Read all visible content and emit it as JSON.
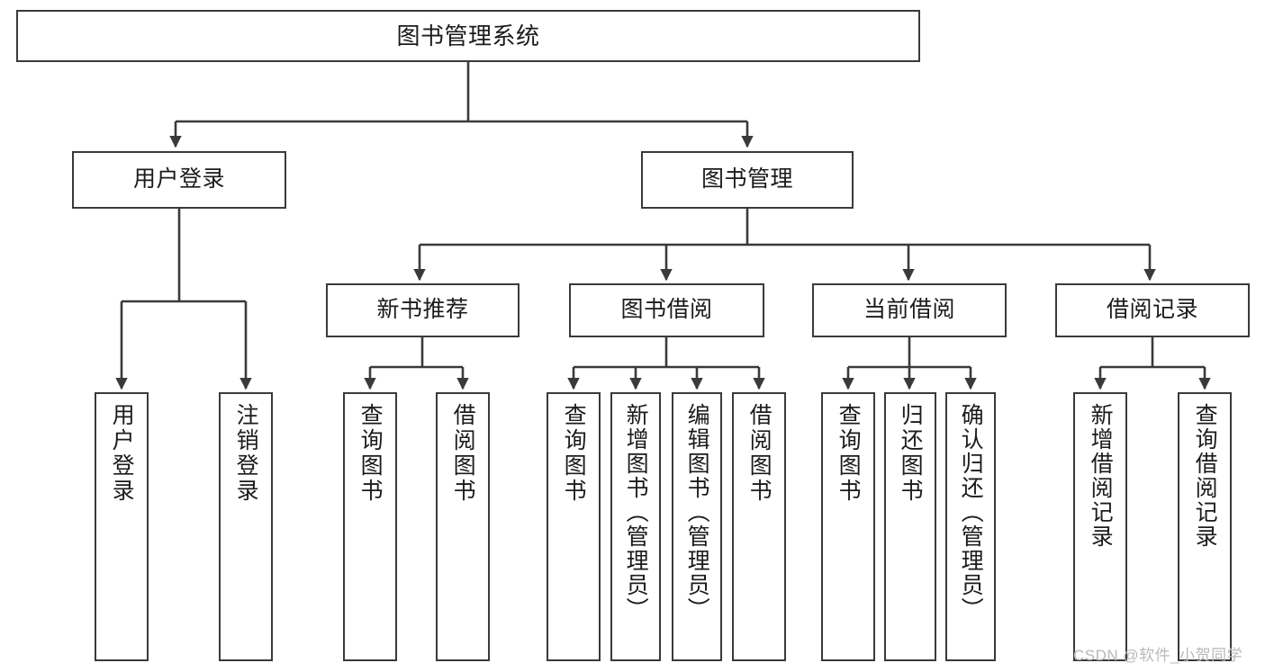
{
  "diagram": {
    "title": "图书管理系统",
    "type": "tree-hierarchy-chart",
    "watermark": "CSDN @软件_小贺同学",
    "line_color": "#3a3a3a",
    "box_fill": "#ffffff",
    "text_color": "#1b1b1b"
  },
  "nodes": {
    "root": {
      "label": "图书管理系统"
    },
    "level2": [
      {
        "label": "用户登录"
      },
      {
        "label": "图书管理"
      }
    ],
    "level3": [
      {
        "label": "新书推荐"
      },
      {
        "label": "图书借阅"
      },
      {
        "label": "当前借阅"
      },
      {
        "label": "借阅记录"
      }
    ],
    "leaves": {
      "user_login": [
        {
          "label": "用户登录"
        },
        {
          "label": "注销登录"
        }
      ],
      "new_book_recommend": [
        {
          "label": "查询图书"
        },
        {
          "label": "借阅图书"
        }
      ],
      "book_borrow": [
        {
          "label": "查询图书"
        },
        {
          "label": "新增图书（管理员）"
        },
        {
          "label": "编辑图书（管理员）"
        },
        {
          "label": "借阅图书"
        }
      ],
      "current_borrow": [
        {
          "label": "查询图书"
        },
        {
          "label": "归还图书"
        },
        {
          "label": "确认归还（管理员）"
        }
      ],
      "borrow_record": [
        {
          "label": "新增借阅记录"
        },
        {
          "label": "查询借阅记录"
        }
      ]
    }
  }
}
